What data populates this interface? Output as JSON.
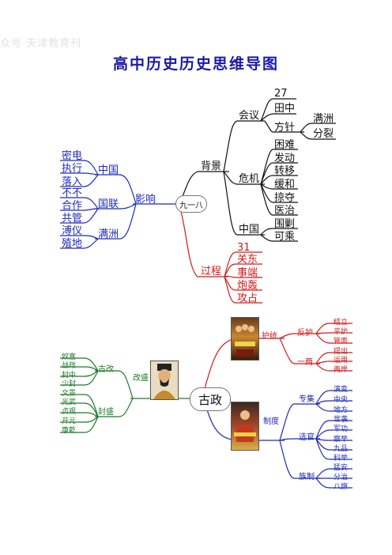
{
  "watermark": "众号 天津教育刊",
  "title": "高中历史历史思维导图",
  "map1": {
    "center": "九一八",
    "background": {
      "label": "背景",
      "meeting": {
        "label": "会议",
        "items": [
          "27",
          "田中"
        ]
      },
      "policy": {
        "label": "方针",
        "items": [
          "满洲",
          "分裂"
        ]
      },
      "crisis": {
        "label": "危机",
        "items": [
          "困难",
          "发动",
          "转移",
          "缓和",
          "掠夺",
          "医治"
        ]
      },
      "china": {
        "label": "中国",
        "items": [
          "围剿",
          "可乘"
        ]
      }
    },
    "process": {
      "label": "过程",
      "items": [
        "31",
        "关东",
        "事端",
        "炮轰",
        "攻占"
      ]
    },
    "impact": {
      "label": "影响",
      "china": {
        "label": "中国",
        "items": [
          "密电",
          "执行",
          "落入"
        ]
      },
      "league": {
        "label": "国联",
        "items": [
          "不不",
          "合作",
          "共管"
        ]
      },
      "manchu": {
        "label": "满洲",
        "items": [
          "溥仪",
          "殖地"
        ]
      }
    }
  },
  "map2": {
    "center": "古政",
    "guard": {
      "label": "护统",
      "anti": {
        "label": "反护",
        "items": [
          "结立",
          "平护",
          "管面"
        ]
      },
      "two": {
        "label": "一两",
        "items": [
          "提出",
          "运用",
          "两岸"
        ]
      }
    },
    "system": {
      "label": "制度",
      "central": {
        "label": "专集",
        "items": [
          "演变",
          "中央",
          "地方"
        ]
      },
      "official": {
        "label": "选官",
        "items": [
          "世袭",
          "军功",
          "察举",
          "九品",
          "科举"
        ]
      },
      "clan": {
        "label": "族制",
        "items": [
          "猛安",
          "分治",
          "八旗"
        ]
      }
    },
    "reform": {
      "label": "改盛",
      "ancient": {
        "label": "古改",
        "items": [
          "奴富",
          "战政",
          "封中",
          "少封"
        ]
      },
      "prosper": {
        "label": "封盛",
        "items": [
          "文景",
          "光武",
          "贞观",
          "开元",
          "康乾"
        ]
      }
    }
  }
}
